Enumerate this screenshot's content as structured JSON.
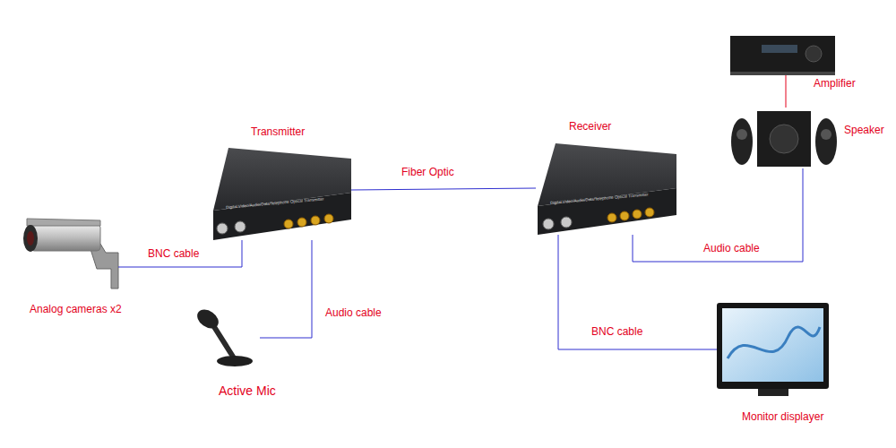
{
  "diagram": {
    "nodes": [
      {
        "text": [
          "Transmitter"
        ]
      },
      {
        "text": [
          "Receiver"
        ]
      },
      {
        "text": [
          "Amplifier"
        ]
      },
      {
        "text": [
          "Speaker"
        ]
      },
      {
        "text": [
          "Analog cameras x2"
        ]
      },
      {
        "text": [
          "Active Mic"
        ]
      },
      {
        "text": [
          "Monitor displayer"
        ]
      }
    ],
    "edges": [
      {
        "from": 4,
        "to": 0,
        "arrow": "none",
        "label": "BNC cable"
      },
      {
        "from": 5,
        "to": 0,
        "arrow": "none",
        "label": "Audio cable"
      },
      {
        "from": 0,
        "to": 1,
        "arrow": "none",
        "label": "Fiber Optic"
      },
      {
        "from": 1,
        "to": 3,
        "arrow": "none",
        "label": "Audio cable"
      },
      {
        "from": 1,
        "to": 6,
        "arrow": "none",
        "label": "BNC cable"
      },
      {
        "from": 2,
        "to": 3,
        "arrow": "none"
      }
    ],
    "labels": [
      "Digital Video/Audio/Data/Telephone Optical Transmitter",
      "Digital Video/Audio/Data/Telephone Optical Transmitter"
    ]
  }
}
